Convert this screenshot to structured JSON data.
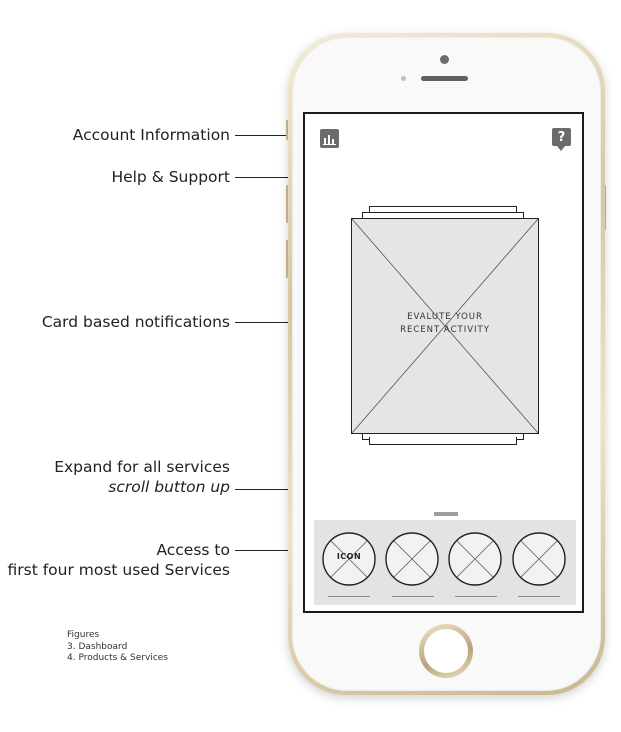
{
  "annotations": {
    "account": "Account Information",
    "help": "Help & Support",
    "cards": "Card based notifications",
    "expand_line1": "Expand for all services",
    "expand_line2": "scroll button up",
    "access_line1": "Access to",
    "access_line2": "first four most used Services"
  },
  "figures": {
    "title": "Figures",
    "item1": "3. Dashboard",
    "item2": "4. Products & Services"
  },
  "screen": {
    "top_left_icon": "bar-chart-icon",
    "top_right_icon": "help-question-icon",
    "help_glyph": "?",
    "card": {
      "line1": "EVALUTE YOUR",
      "line2": "RECENT ACTIVITY"
    },
    "services": [
      {
        "label": "ICON"
      },
      {
        "label": ""
      },
      {
        "label": ""
      },
      {
        "label": ""
      }
    ]
  },
  "colors": {
    "phone_gold": "#d8c79f",
    "icon_gray": "#6b6b6b",
    "card_fill": "#e5e5e5",
    "tray_fill": "#e3e3e3"
  }
}
